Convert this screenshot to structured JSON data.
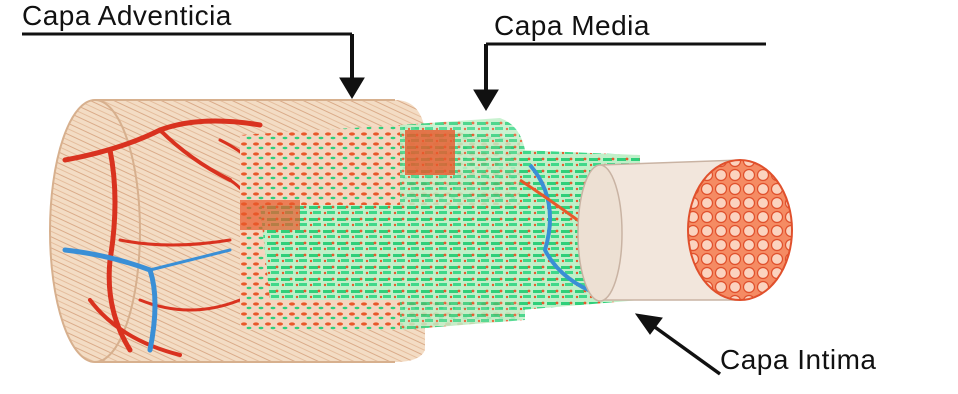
{
  "labels": {
    "adventicia": "Capa Adventicia",
    "media": "Capa Media",
    "intima": "Capa Intima"
  },
  "colors": {
    "adventicia_base": "#f3dcc4",
    "adventicia_fiber": "#c98a62",
    "vessel_red": "#d9321f",
    "vessel_blue": "#3a8fd6",
    "media_green": "#2fcf7a",
    "media_orange": "#e8582a",
    "intima_inner": "#f06a45",
    "intima_outer": "#f2e6dc",
    "line": "#111111"
  },
  "icons": {
    "pointer_down": "arrow-down-icon",
    "pointer_diagonal": "arrow-up-left-icon"
  }
}
